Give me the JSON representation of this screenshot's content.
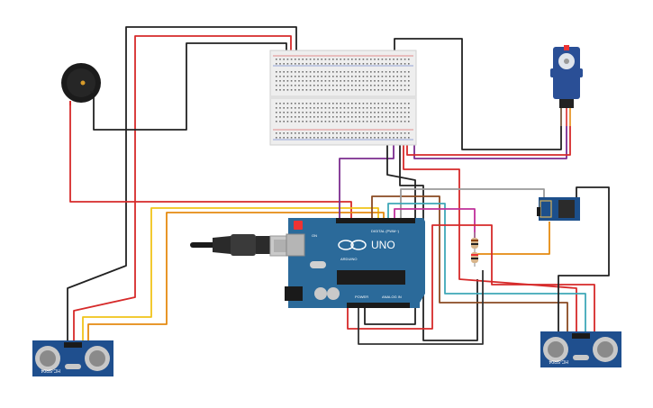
{
  "arduino": {
    "brand": "ARDUINO",
    "model": "UNO",
    "digital_label": "DIGITAL (PWM~)",
    "power_label": "POWER",
    "analog_label": "ANALOG IN",
    "on_label": "ON"
  },
  "sensor_left": {
    "model": "HC-SR04"
  },
  "sensor_right": {
    "model": "HC-SR04"
  },
  "colors": {
    "board_blue": "#2b6a9a",
    "breadboard": "#f1f1f1",
    "sensor_blue": "#1f4f8e",
    "wire_black": "#222222",
    "wire_red": "#d62a2a",
    "wire_orange": "#e58a10",
    "wire_yellow": "#f0c419",
    "wire_purple": "#7b2c8f",
    "wire_brown": "#8a4a22",
    "wire_teal": "#3fa7b8",
    "wire_gray": "#9a9a9a",
    "wire_magenta": "#c0309a"
  },
  "icons": [
    "buzzer-icon",
    "servo-icon",
    "usb-cable-icon",
    "wifi-module-icon",
    "resistor-icon"
  ]
}
